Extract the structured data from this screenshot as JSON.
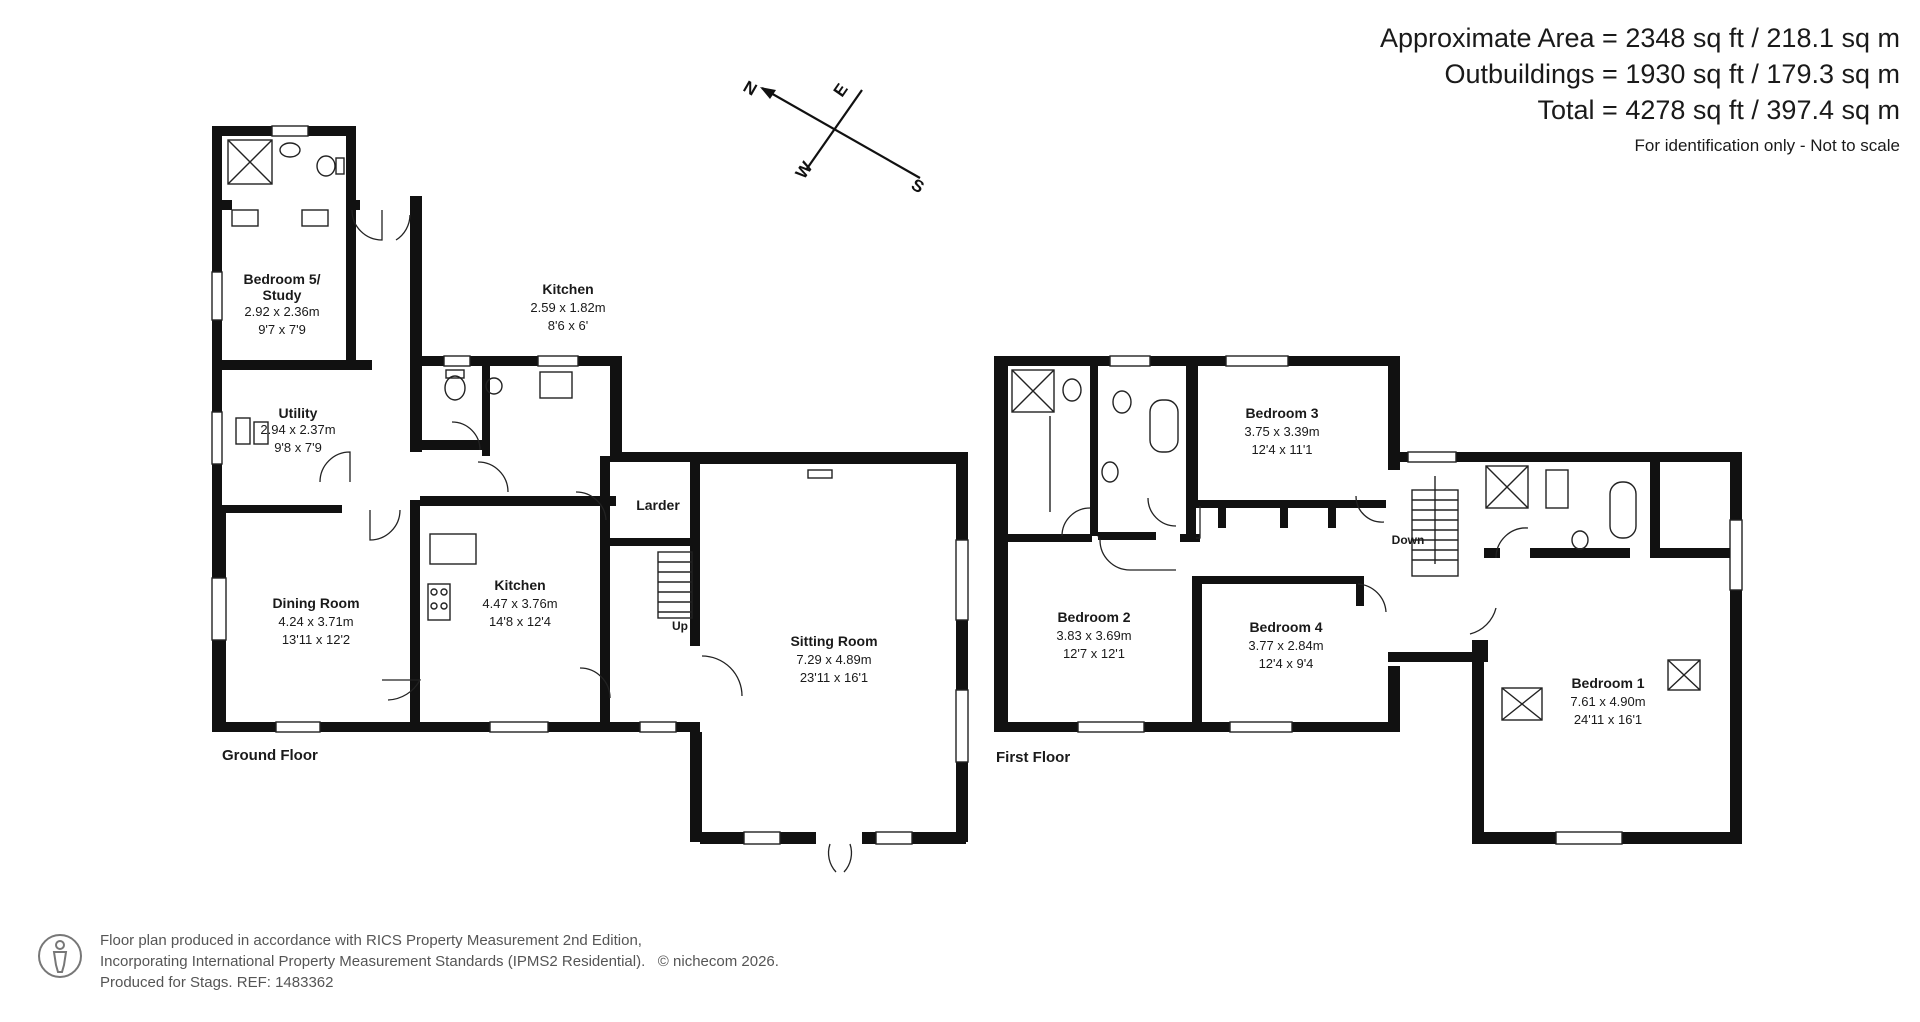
{
  "area": {
    "approximate": "Approximate Area = 2348 sq ft / 218.1 sq m",
    "outbuildings": "Outbuildings = 1930 sq ft / 179.3 sq m",
    "total": "Total = 4278 sq ft / 397.4 sq m",
    "note": "For identification only - Not to scale"
  },
  "compass": {
    "n": "N",
    "e": "E",
    "s": "S",
    "w": "W"
  },
  "floors": {
    "ground": "Ground Floor",
    "first": "First Floor"
  },
  "rooms": {
    "bedroom5": {
      "name1": "Bedroom 5/",
      "name2": "Study",
      "metric": "2.92 x 2.36m",
      "imperial": "9'7 x 7'9"
    },
    "utility": {
      "name": "Utility",
      "metric": "2.94 x 2.37m",
      "imperial": "9'8 x 7'9"
    },
    "kitchen_small": {
      "name": "Kitchen",
      "metric": "2.59 x 1.82m",
      "imperial": "8'6 x 6'"
    },
    "larder": {
      "name": "Larder"
    },
    "dining": {
      "name": "Dining Room",
      "metric": "4.24 x 3.71m",
      "imperial": "13'11 x 12'2"
    },
    "kitchen": {
      "name": "Kitchen",
      "metric": "4.47 x 3.76m",
      "imperial": "14'8 x 12'4"
    },
    "sitting": {
      "name": "Sitting Room",
      "metric": "7.29 x 4.89m",
      "imperial": "23'11 x 16'1"
    },
    "bedroom3": {
      "name": "Bedroom 3",
      "metric": "3.75 x 3.39m",
      "imperial": "12'4 x 11'1"
    },
    "bedroom2": {
      "name": "Bedroom 2",
      "metric": "3.83 x 3.69m",
      "imperial": "12'7 x 12'1"
    },
    "bedroom4": {
      "name": "Bedroom 4",
      "metric": "3.77 x 2.84m",
      "imperial": "12'4 x 9'4"
    },
    "bedroom1": {
      "name": "Bedroom 1",
      "metric": "7.61 x 4.90m",
      "imperial": "24'11 x 16'1"
    }
  },
  "stairs": {
    "up": "Up",
    "down": "Down"
  },
  "footer": {
    "line1": "Floor plan produced in accordance with RICS Property Measurement 2nd Edition,",
    "line2": "Incorporating International Property Measurement Standards (IPMS2 Residential).",
    "copyright": "© nichecom 2026.",
    "line3": "Produced for Stags.   REF: 1483362"
  }
}
